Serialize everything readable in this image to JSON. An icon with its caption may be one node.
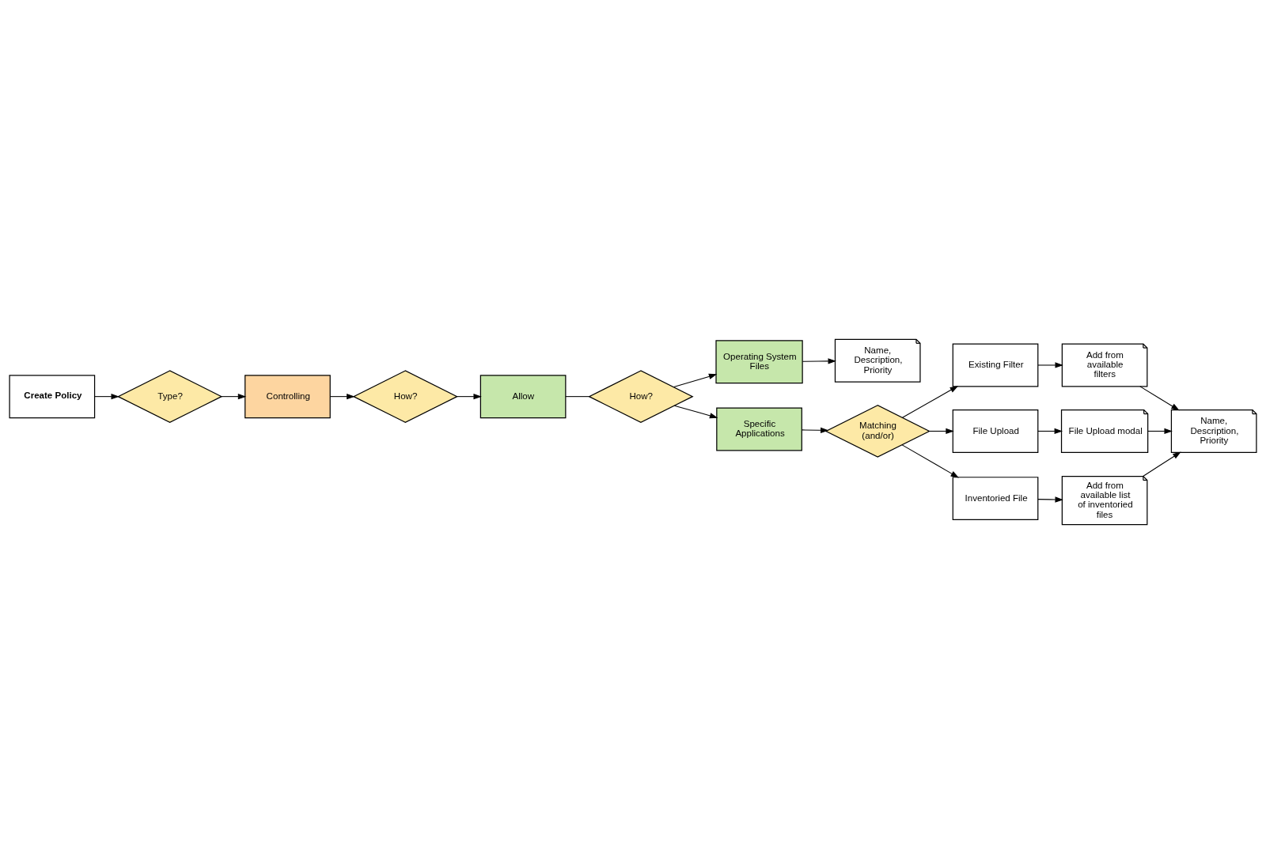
{
  "diagram": {
    "nodes": [
      {
        "text": [
          "Create Policy"
        ]
      },
      {
        "text": [
          "Type?"
        ]
      },
      {
        "text": [
          "Controlling"
        ]
      },
      {
        "text": [
          "How?"
        ]
      },
      {
        "text": [
          "Allow"
        ]
      },
      {
        "text": [
          "How?"
        ]
      },
      {
        "text": [
          "Operating System Files"
        ]
      },
      {
        "text": [
          "Name, Description, Priority"
        ]
      },
      {
        "text": [
          "Specific Applications"
        ]
      },
      {
        "text": [
          "Matching (and/or)"
        ]
      },
      {
        "text": [
          "Existing Filter"
        ]
      },
      {
        "text": [
          "Add from available filters"
        ]
      },
      {
        "text": [
          "File Upload"
        ]
      },
      {
        "text": [
          "File Upload modal"
        ]
      },
      {
        "text": [
          "Inventoried File"
        ]
      },
      {
        "text": [
          "Add from available list of inventoried files"
        ]
      },
      {
        "text": [
          "Name, Description, Priority"
        ]
      }
    ],
    "edges": [
      {
        "from": 0,
        "to": 1,
        "arrow": "to"
      },
      {
        "from": 1,
        "to": 2,
        "arrow": "to"
      },
      {
        "from": 2,
        "to": 3,
        "arrow": "to"
      },
      {
        "from": 3,
        "to": 4,
        "arrow": "to"
      },
      {
        "from": 4,
        "to": 5,
        "arrow": "none"
      },
      {
        "from": 5,
        "to": 6,
        "arrow": "to"
      },
      {
        "from": 5,
        "to": 8,
        "arrow": "to"
      },
      {
        "from": 6,
        "to": 7,
        "arrow": "to"
      },
      {
        "from": 8,
        "to": 9,
        "arrow": "to"
      },
      {
        "from": 9,
        "to": 10,
        "arrow": "to"
      },
      {
        "from": 9,
        "to": 12,
        "arrow": "to"
      },
      {
        "from": 9,
        "to": 14,
        "arrow": "to"
      },
      {
        "from": 10,
        "to": 11,
        "arrow": "to"
      },
      {
        "from": 12,
        "to": 13,
        "arrow": "to"
      },
      {
        "from": 14,
        "to": 15,
        "arrow": "to"
      },
      {
        "from": 11,
        "to": 16,
        "arrow": "to"
      },
      {
        "from": 13,
        "to": 16,
        "arrow": "to"
      },
      {
        "from": 15,
        "to": 16,
        "arrow": "to"
      }
    ]
  }
}
